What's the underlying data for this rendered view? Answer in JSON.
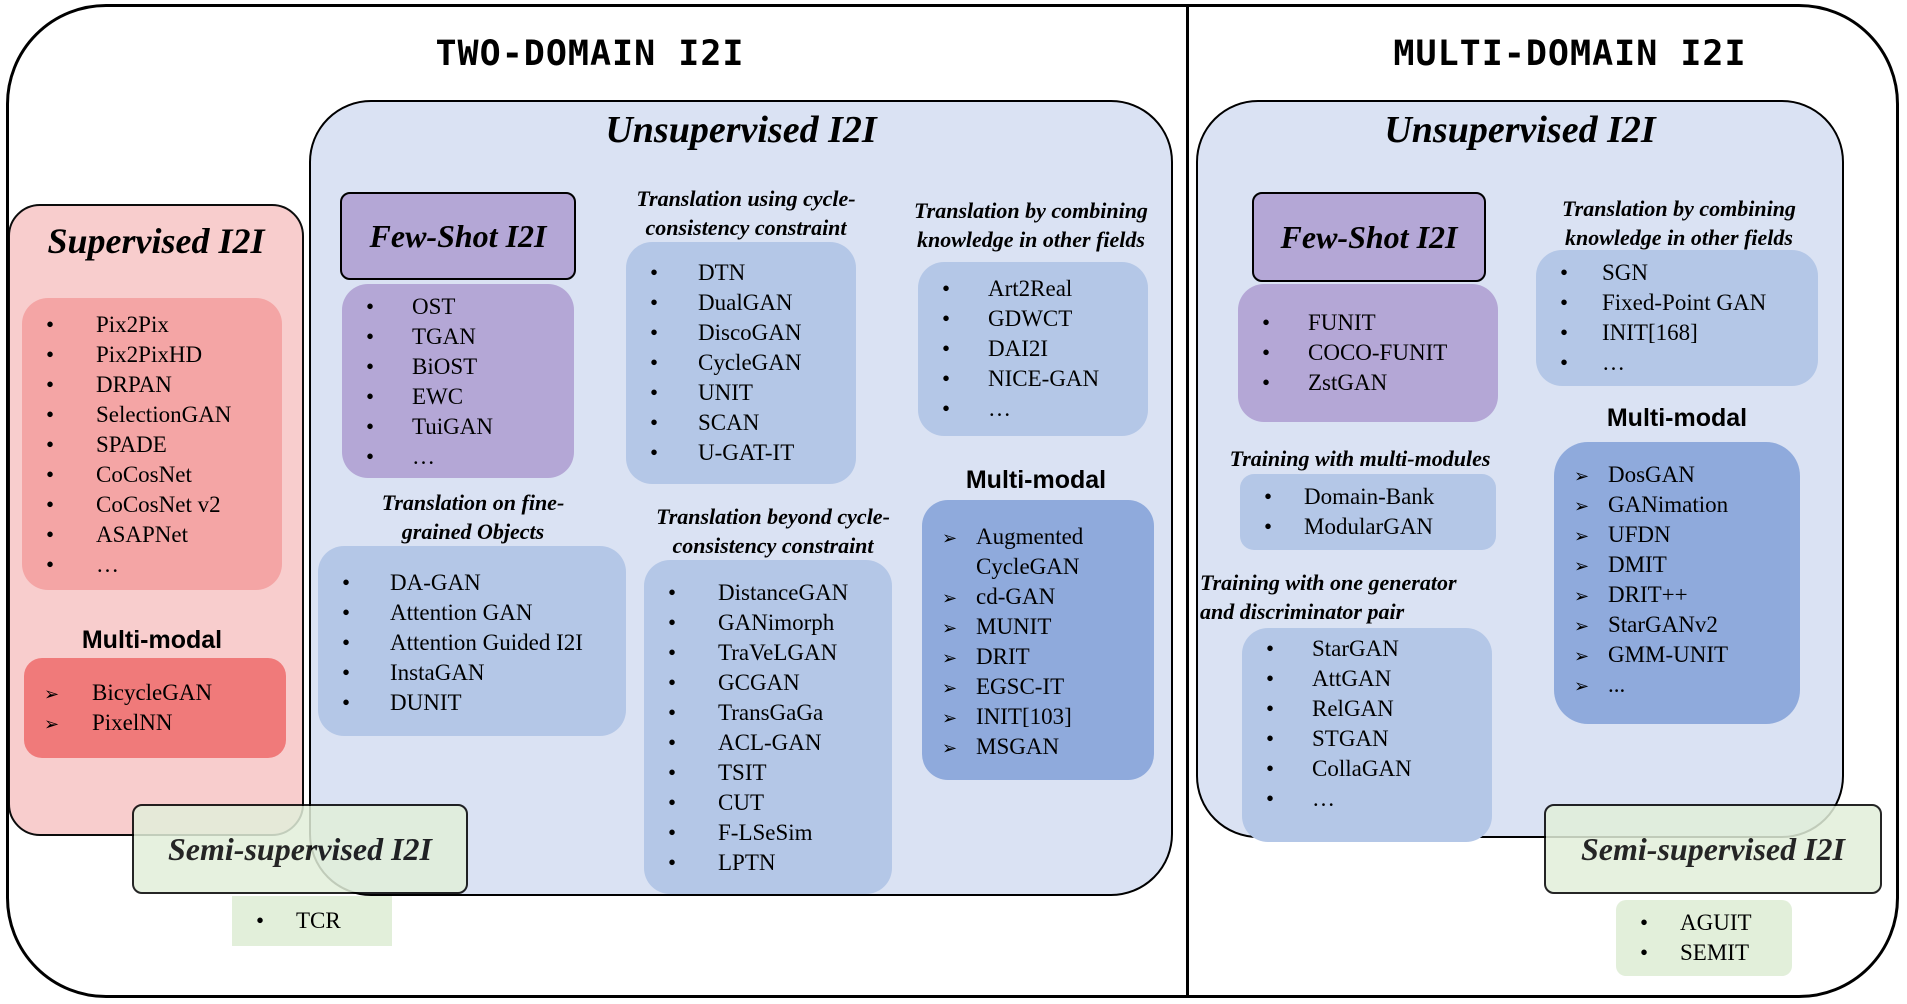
{
  "titles": {
    "two_domain": "TWO-DOMAIN I2I",
    "multi_domain": "MULTI-DOMAIN I2I"
  },
  "colors": {
    "unsupervised_region": "#dae2f3",
    "blue_panel": "#b4c7e7",
    "multimodal_blue_panel": "#8faadc",
    "fewshot_purple": "#b4a7d6",
    "supervised_region": "#f8cbcb",
    "supervised_panel": "#f4a5a5",
    "supervised_multimodal_panel": "#f07a7a",
    "semi_green": "#e2efda"
  },
  "supervised": {
    "title": "Supervised I2I",
    "items": [
      "Pix2Pix",
      "Pix2PixHD",
      "DRPAN",
      "SelectionGAN",
      "SPADE",
      "CoCosNet",
      "CoCosNet v2",
      "ASAPNet",
      "…"
    ],
    "multimodal_title": "Multi-modal",
    "multimodal_items": [
      "BicycleGAN",
      "PixelNN"
    ]
  },
  "semi_left": {
    "title": "Semi-supervised I2I",
    "items": [
      "TCR"
    ]
  },
  "unsup_two": {
    "title": "Unsupervised I2I",
    "fewshot": {
      "title": "Few-Shot I2I",
      "items": [
        "OST",
        "TGAN",
        "BiOST",
        "EWC",
        "TuiGAN",
        "…"
      ]
    },
    "fine_grained": {
      "title_lines": [
        "Translation on fine-",
        "grained Objects"
      ],
      "items": [
        "DA-GAN",
        "Attention GAN",
        "Attention Guided I2I",
        "InstaGAN",
        "DUNIT"
      ]
    },
    "cycle": {
      "title_lines": [
        "Translation using cycle-",
        "consistency constraint"
      ],
      "items": [
        "DTN",
        "DualGAN",
        "DiscoGAN",
        "CycleGAN",
        "UNIT",
        "SCAN",
        "U-GAT-IT"
      ]
    },
    "beyond": {
      "title_lines": [
        "Translation beyond cycle-",
        "consistency constraint"
      ],
      "items": [
        "DistanceGAN",
        "GANimorph",
        "TraVeLGAN",
        "GCGAN",
        "TransGaGa",
        "ACL-GAN",
        "TSIT",
        "CUT",
        "F-LSeSim",
        "LPTN"
      ]
    },
    "knowledge": {
      "title_lines": [
        "Translation by combining",
        "knowledge in other fields"
      ],
      "items": [
        "Art2Real",
        "GDWCT",
        "DAI2I",
        "NICE-GAN",
        "…"
      ]
    },
    "multimodal": {
      "title": "Multi-modal",
      "items": [
        "Augmented",
        "CycleGAN",
        "cd-GAN",
        "MUNIT",
        "DRIT",
        "EGSC-IT",
        "INIT[103]",
        "MSGAN"
      ]
    }
  },
  "unsup_multi": {
    "title": "Unsupervised I2I",
    "fewshot": {
      "title": "Few-Shot I2I",
      "items": [
        "FUNIT",
        "COCO-FUNIT",
        "ZstGAN"
      ]
    },
    "knowledge": {
      "title_lines": [
        "Translation by combining",
        "knowledge in other fields"
      ],
      "items": [
        "SGN",
        "Fixed-Point GAN",
        "INIT[168]",
        "…"
      ]
    },
    "multimodules": {
      "title": "Training with multi-modules",
      "items": [
        "Domain-Bank",
        "ModularGAN"
      ]
    },
    "onepair": {
      "title_lines": [
        "Training with one generator",
        "and discriminator pair"
      ],
      "items": [
        "StarGAN",
        "AttGAN",
        "RelGAN",
        "STGAN",
        "CollaGAN",
        "…"
      ]
    },
    "multimodal": {
      "title": "Multi-modal",
      "items": [
        "DosGAN",
        "GANimation",
        "UFDN",
        "DMIT",
        "DRIT++",
        "StarGANv2",
        "GMM-UNIT",
        "..."
      ]
    }
  },
  "semi_right": {
    "title": "Semi-supervised I2I",
    "items": [
      "AGUIT",
      "SEMIT"
    ]
  }
}
